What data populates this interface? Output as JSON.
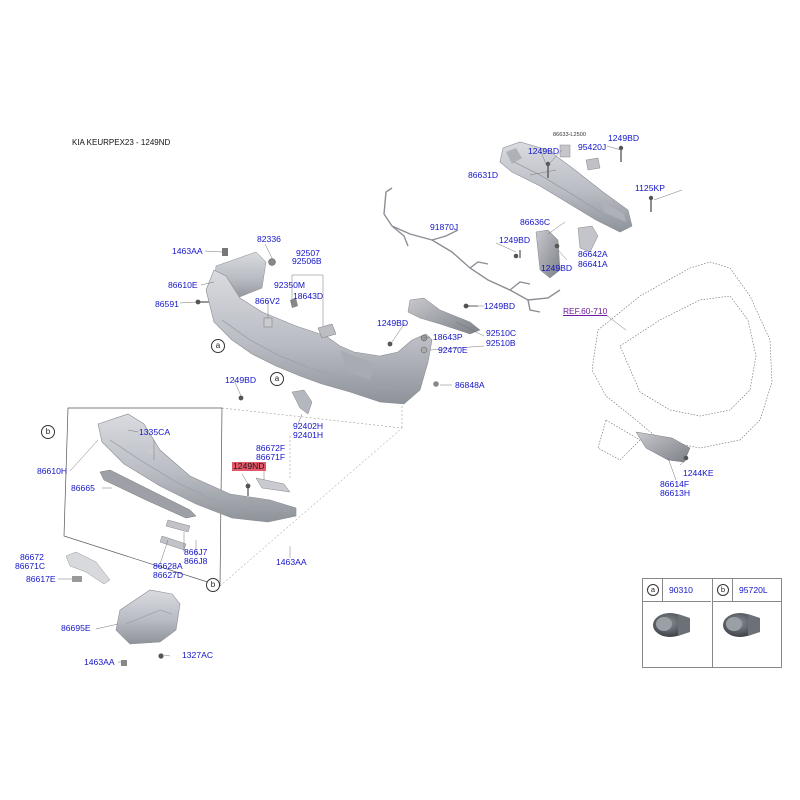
{
  "title": "KIA KEURPEX23 - 1249ND",
  "ref_link": "REF.60-710",
  "callouts": {
    "a": "a",
    "b": "b"
  },
  "labels": [
    {
      "id": "86633-L2500",
      "text": "86633-L2500",
      "small": true
    },
    {
      "id": "1249BD-top-right",
      "text": "1249BD"
    },
    {
      "id": "1249BD-top-left",
      "text": "1249BD"
    },
    {
      "id": "95420J",
      "text": "95420J"
    },
    {
      "id": "86631D",
      "text": "86631D"
    },
    {
      "id": "1125KP",
      "text": "1125KP"
    },
    {
      "id": "86636C",
      "text": "86636C"
    },
    {
      "id": "91870J",
      "text": "91870J"
    },
    {
      "id": "1249BD-mid",
      "text": "1249BD"
    },
    {
      "id": "1249BD-bracket",
      "text": "1249BD"
    },
    {
      "id": "86642A",
      "text": "86642A"
    },
    {
      "id": "86641A",
      "text": "86641A"
    },
    {
      "id": "1463AA-top",
      "text": "1463AA"
    },
    {
      "id": "82336",
      "text": "82336"
    },
    {
      "id": "92507",
      "text": "92507"
    },
    {
      "id": "92506B",
      "text": "92506B"
    },
    {
      "id": "86610E",
      "text": "86610E"
    },
    {
      "id": "92350M",
      "text": "92350M"
    },
    {
      "id": "18643D",
      "text": "18643D"
    },
    {
      "id": "866V2",
      "text": "866V2"
    },
    {
      "id": "86591",
      "text": "86591"
    },
    {
      "id": "1249BD-center",
      "text": "1249BD"
    },
    {
      "id": "1249BD-bar",
      "text": "1249BD"
    },
    {
      "id": "18643P",
      "text": "18643P"
    },
    {
      "id": "92510C",
      "text": "92510C"
    },
    {
      "id": "92470E",
      "text": "92470E"
    },
    {
      "id": "92510B",
      "text": "92510B"
    },
    {
      "id": "1249BD-left",
      "text": "1249BD"
    },
    {
      "id": "86848A",
      "text": "86848A"
    },
    {
      "id": "1335CA",
      "text": "1335CA"
    },
    {
      "id": "92402H",
      "text": "92402H"
    },
    {
      "id": "92401H",
      "text": "92401H"
    },
    {
      "id": "86672F",
      "text": "86672F"
    },
    {
      "id": "86671F",
      "text": "86671F"
    },
    {
      "id": "1249ND",
      "text": "1249ND",
      "highlight": true
    },
    {
      "id": "86610H",
      "text": "86610H"
    },
    {
      "id": "86665",
      "text": "86665"
    },
    {
      "id": "86672",
      "text": "86672"
    },
    {
      "id": "86671C",
      "text": "86671C"
    },
    {
      "id": "866J7",
      "text": "866J7"
    },
    {
      "id": "866J8",
      "text": "866J8"
    },
    {
      "id": "86628A",
      "text": "86628A"
    },
    {
      "id": "86627D",
      "text": "86627D"
    },
    {
      "id": "1463AA-mid",
      "text": "1463AA"
    },
    {
      "id": "86617E",
      "text": "86617E"
    },
    {
      "id": "86695E",
      "text": "86695E"
    },
    {
      "id": "1327AC",
      "text": "1327AC"
    },
    {
      "id": "1463AA-bottom",
      "text": "1463AA"
    },
    {
      "id": "1244KE",
      "text": "1244KE"
    },
    {
      "id": "86614F",
      "text": "86614F"
    },
    {
      "id": "86613H",
      "text": "86613H"
    }
  ],
  "legend": [
    {
      "callout": "a",
      "code": "90310"
    },
    {
      "callout": "b",
      "code": "95720L"
    }
  ]
}
